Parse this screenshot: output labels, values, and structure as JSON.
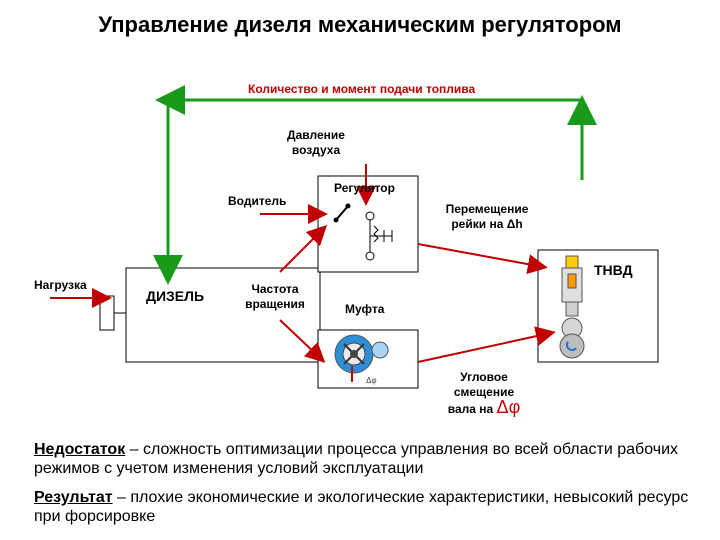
{
  "title": "Управление дизеля механическим регулятором",
  "labels": {
    "fuel_quantity_timing": "Количество и момент подачи топлива",
    "air_pressure": "Давление воздуха",
    "driver": "Водитель",
    "regulator": "Регулятор",
    "rack_displacement": "Перемещение рейки на Δh",
    "tnvd": "ТНВД",
    "load": "Нагрузка",
    "diesel": "ДИЗЕЛЬ",
    "rotation_frequency": "Частота вращения",
    "coupling": "Муфта",
    "angular_displacement": "Угловое смещение вала на",
    "delta_phi": "Δφ",
    "small_delta_phi": "Δφ"
  },
  "colors": {
    "green_arrow": "#1a9a1a",
    "red_arrow": "#c00000"
  },
  "text": {
    "drawback_label": "Недостаток",
    "drawback_text": " – сложность оптимизации процесса управления во всей области рабочих режимов с учетом изменения условий эксплуатации",
    "result_label": "Результат",
    "result_text": " – плохие экономические и экологические характеристики, невысокий ресурс при форсировке"
  }
}
